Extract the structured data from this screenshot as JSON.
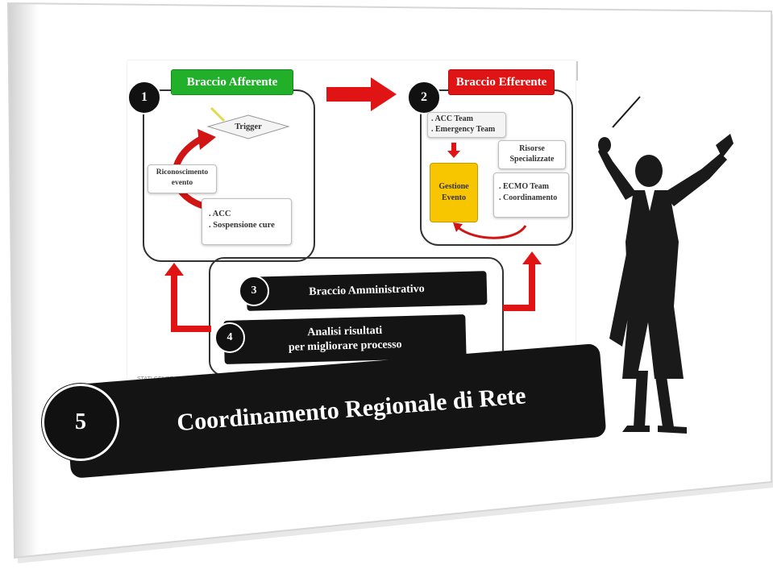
{
  "diagram": {
    "afferent": {
      "number": "1",
      "title": "Braccio Afferente",
      "trigger": "Trigger",
      "recognition": [
        "Riconoscimento",
        "evento"
      ],
      "actions": [
        ". ACC",
        ". Sospensione cure"
      ]
    },
    "efferent": {
      "number": "2",
      "title": "Braccio Efferente",
      "teams": [
        ". ACC Team",
        ". Emergency Team"
      ],
      "event": [
        "Gestione",
        "Evento"
      ],
      "resources_title": [
        "Risorse",
        "Specializzate"
      ],
      "resources": [
        ". ECMO Team",
        ". Coordinamento"
      ]
    },
    "administrative": {
      "number": "3",
      "label": "Braccio Amministrativo"
    },
    "analysis": {
      "number": "4",
      "label": [
        "Analisi risultati",
        "per migliorare processo"
      ]
    },
    "watermark": "STATI GENERALI"
  },
  "banner": {
    "number": "5",
    "label": "Coordinamento Regionale di Rete"
  },
  "colors": {
    "green": "#22b02b",
    "red": "#e01414",
    "yellow": "#f7c600",
    "black": "#141414"
  }
}
